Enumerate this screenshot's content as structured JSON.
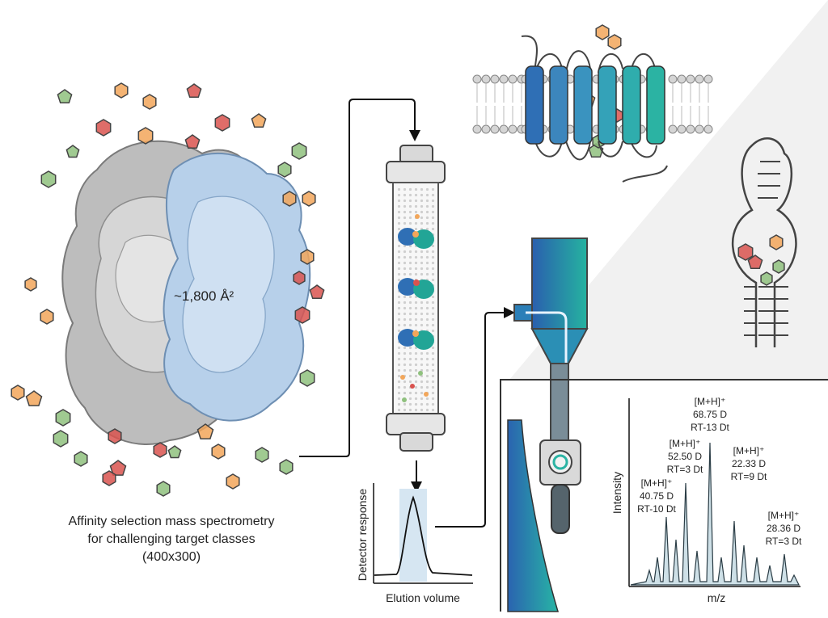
{
  "protein": {
    "area_label": "~1,800 Å²"
  },
  "caption": {
    "line1": "Affinity selection mass spectrometry",
    "line2": "for challenging target classes",
    "line3": "(400x300)"
  },
  "chromatogram": {
    "ylabel": "Detector response",
    "xlabel": "Elution volume"
  },
  "spectrum": {
    "ylabel": "Intensity",
    "xlabel": "m/z",
    "annotations": [
      {
        "ion": "[M+H]⁺",
        "mass": "40.75 D",
        "rt": "RT-10 Dt"
      },
      {
        "ion": "[M+H]⁺",
        "mass": "52.50 D",
        "rt": "RT=3 Dt"
      },
      {
        "ion": "[M+H]⁺",
        "mass": "68.75 D",
        "rt": "RT-13 Dt"
      },
      {
        "ion": "[M+H]⁺",
        "mass": "22.33 D",
        "rt": "RT=9 Dt"
      },
      {
        "ion": "[M+H]⁺",
        "mass": "28.36 D",
        "rt": "RT=3 Dt"
      }
    ]
  },
  "colors": {
    "protein_grey": "#b9b9b9",
    "protein_blue": "#b5cfe8",
    "ligand_orange": "#f2a65a",
    "ligand_red": "#d9534f",
    "ligand_green": "#8fc17e",
    "teal": "#2bb3a3",
    "blue": "#2f6fb5"
  }
}
